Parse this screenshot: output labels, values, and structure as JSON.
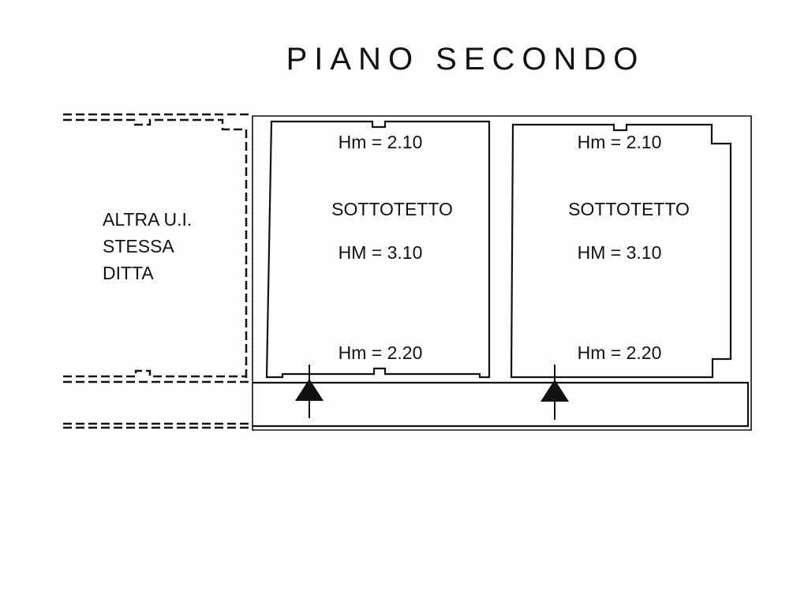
{
  "title": "PIANO SECONDO",
  "adjacent_unit": {
    "lines": [
      "ALTRA U.I.",
      "STESSA",
      "DITTA"
    ]
  },
  "rooms": [
    {
      "name": "SOTTOTETTO",
      "h_top": "Hm = 2.10",
      "h_max": "HM = 3.10",
      "h_bottom": "Hm = 2.20"
    },
    {
      "name": "SOTTOTETTO",
      "h_top": "Hm = 2.10",
      "h_max": "HM = 3.10",
      "h_bottom": "Hm = 2.20"
    }
  ]
}
